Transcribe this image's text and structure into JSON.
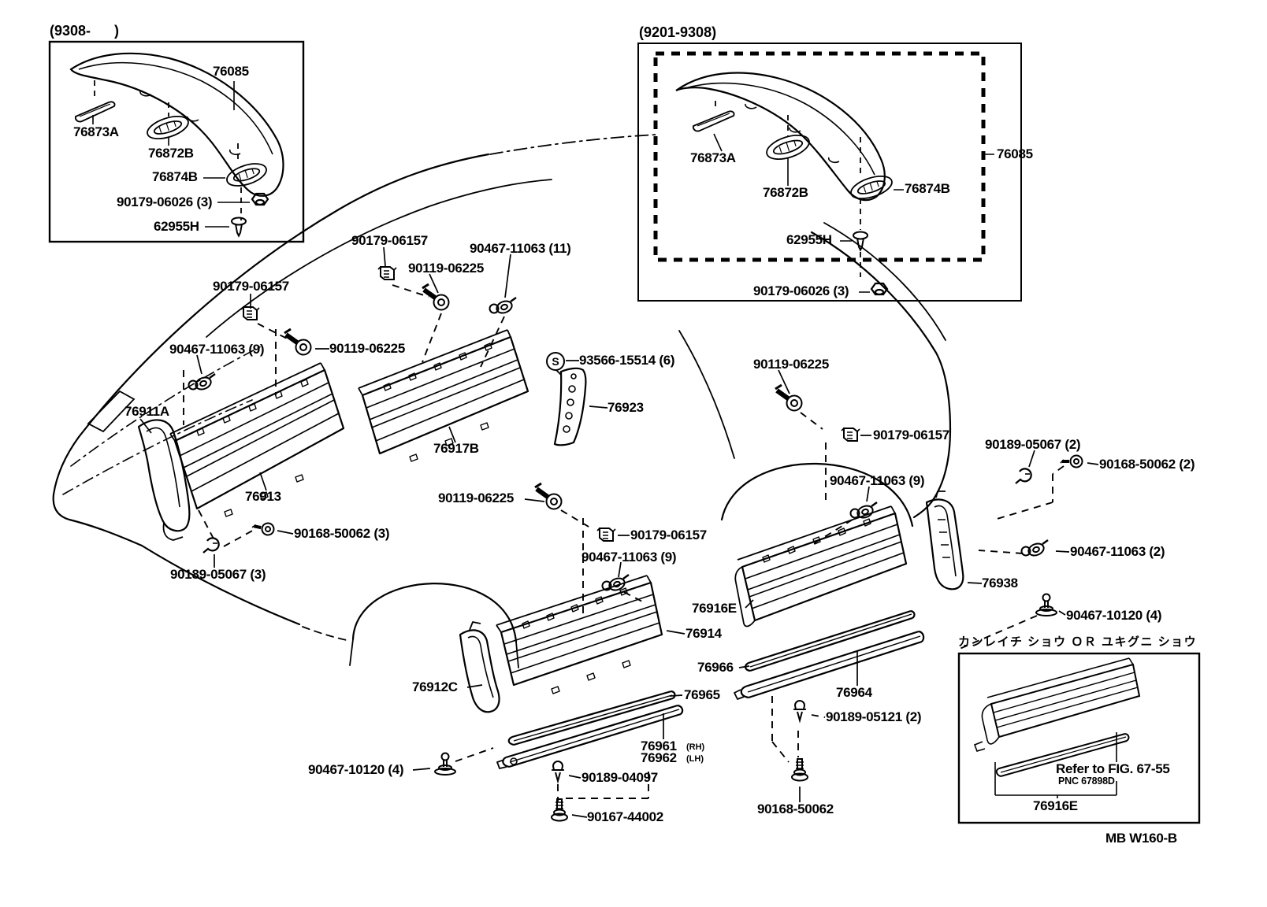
{
  "insets": {
    "late": {
      "caption": "(9308-      )",
      "spoiler": "76085",
      "pad_front": "76873A",
      "pad_center": "76872B",
      "pad_rear": "76874B",
      "nut": "90179-06026 (3)",
      "rivet": "62955H"
    },
    "early": {
      "caption": "(9201-9308)",
      "spoiler": "76085",
      "pad_front": "76873A",
      "pad_center": "76872B",
      "pad_rear": "76874B",
      "nut": "90179-06026 (3)",
      "rivet": "62955H"
    }
  },
  "parts": {
    "clip_06157": "90179-06157",
    "screw_06225": "90119-06225",
    "grommet_11063_11": "90467-11063 (11)",
    "grommet_11063_9": "90467-11063 (9)",
    "grommet_11063_2": "90467-11063 (2)",
    "screw_15514": "93566-15514 (6)",
    "s_mark": "S",
    "m_76911A": "76911A",
    "m_76913": "76913",
    "m_76917B": "76917B",
    "m_76923": "76923",
    "m_76912C": "76912C",
    "m_76914": "76914",
    "m_76916E": "76916E",
    "m_76938": "76938",
    "m_76965": "76965",
    "m_76966": "76966",
    "m_76964": "76964",
    "m_76961": "76961",
    "m_76961_side": "(RH)",
    "m_76962": "76962",
    "m_76962_side": "(LH)",
    "retainer_05067_2": "90189-05067 (2)",
    "retainer_05067_3": "90189-05067 (3)",
    "screw_50062_2": "90168-50062 (2)",
    "screw_50062_3": "90168-50062 (3)",
    "screw_50062": "90168-50062",
    "clip_10120_4": "90467-10120 (4)",
    "clip_04097": "90189-04097",
    "clip_05121_2": "90189-05121 (2)",
    "screw_44002": "90167-44002"
  },
  "snow_inset": {
    "caption": "カンレイチ ショウ ＯＲ ユキグニ ショウ",
    "refer": "Refer to FIG. 67-55",
    "pnc": "PNC 67898D",
    "part": "76916E"
  },
  "footer": {
    "code": "MB W160-B"
  }
}
